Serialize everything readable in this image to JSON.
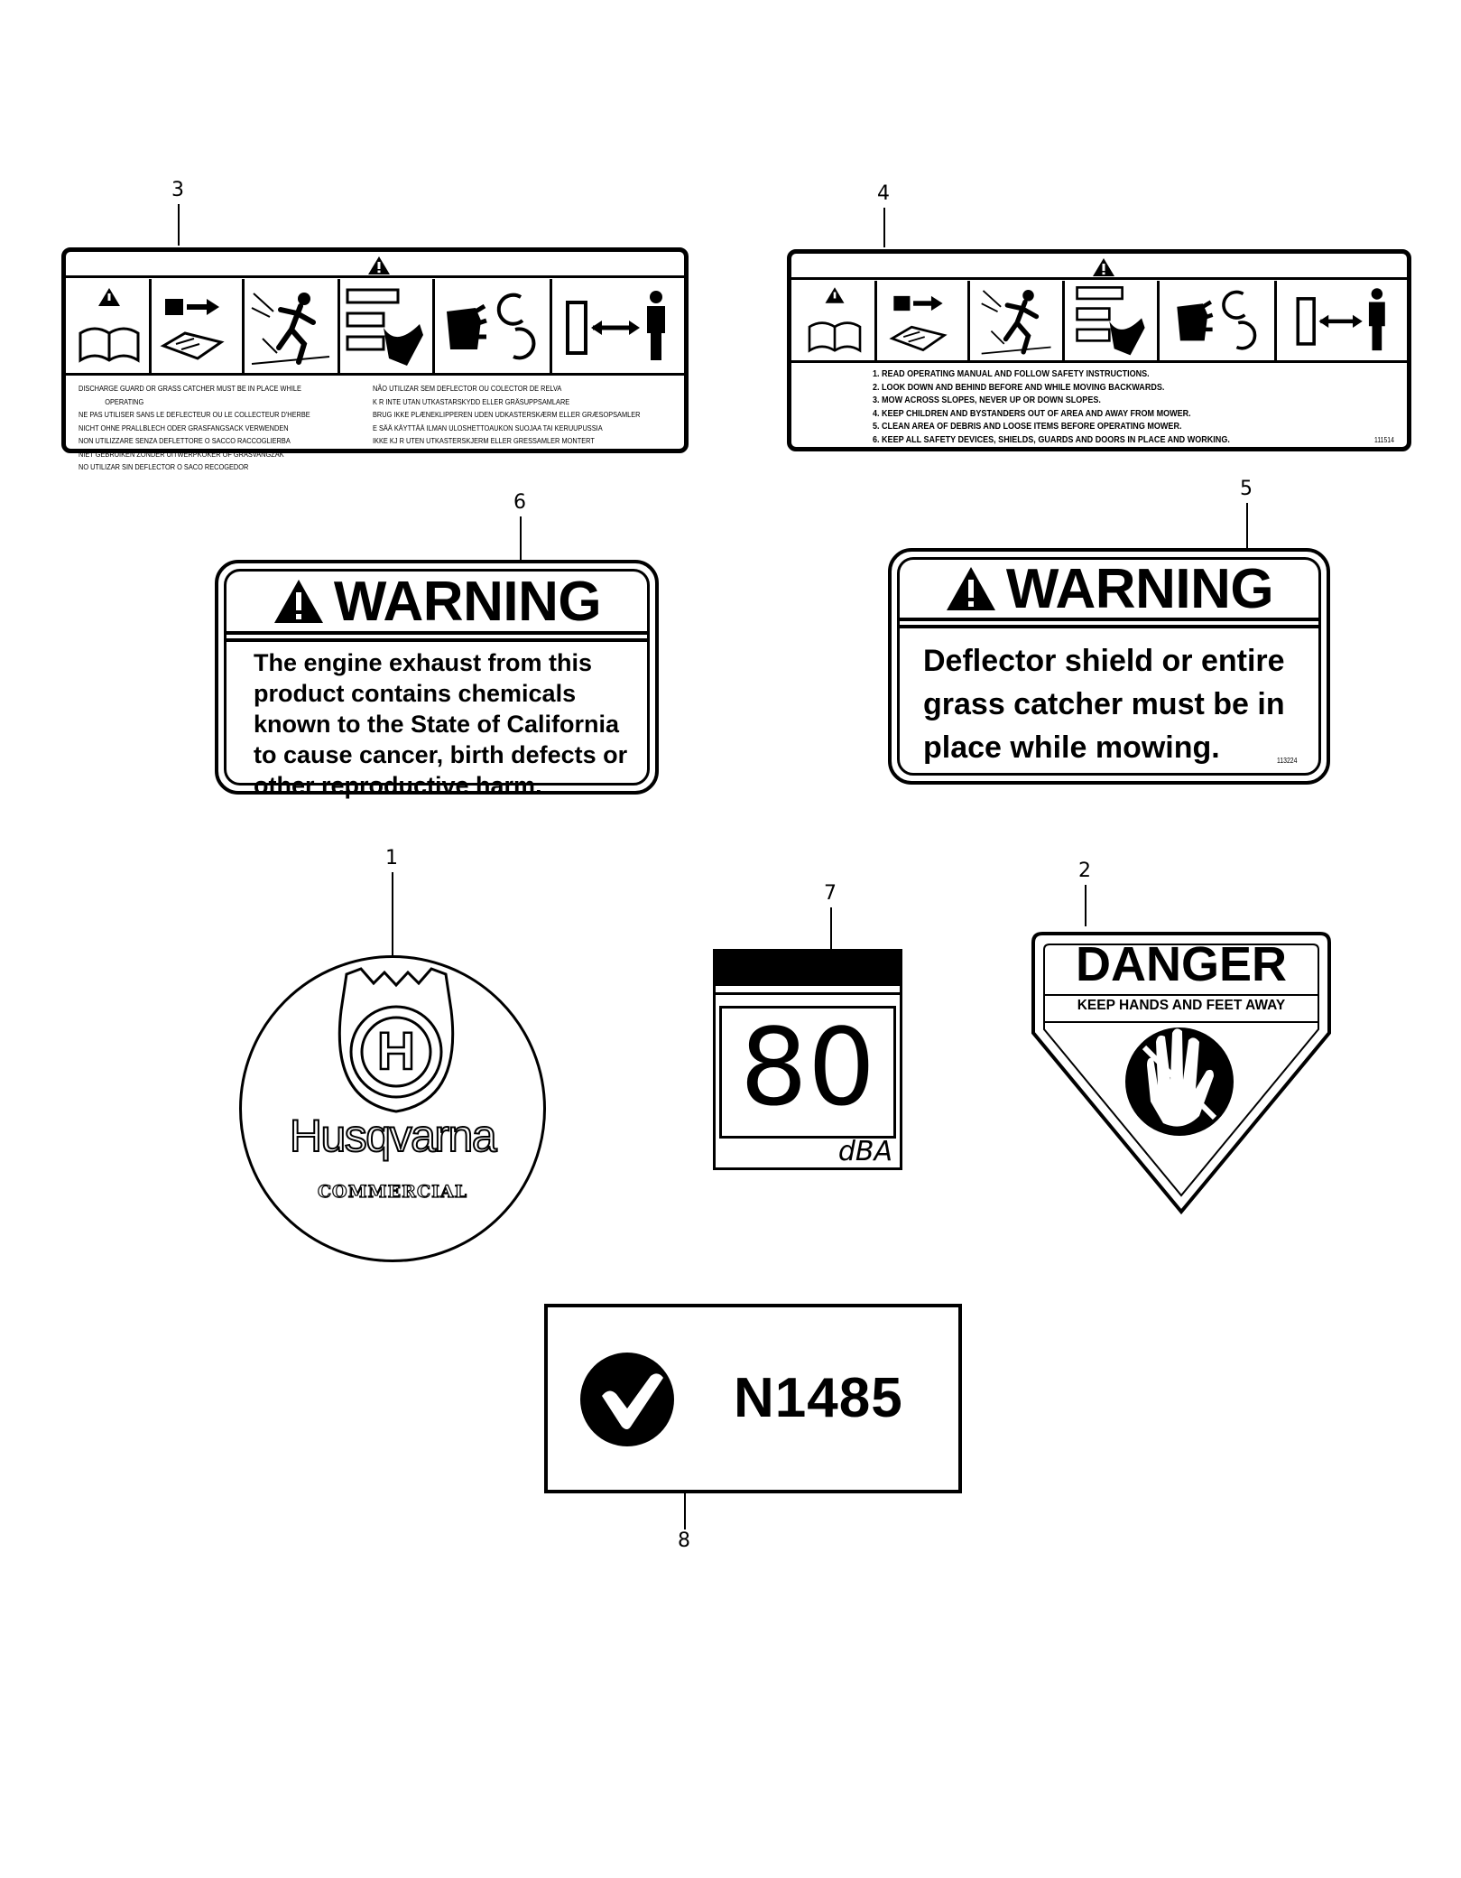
{
  "callouts": {
    "c1": "1",
    "c2": "2",
    "c3": "3",
    "c4": "4",
    "c5": "5",
    "c6": "6",
    "c7": "7",
    "c8": "8"
  },
  "decal3": {
    "left_lines": [
      "DISCHARGE GUARD OR GRASS CATCHER MUST BE IN PLACE WHILE",
      "OPERATING",
      "NE PAS UTILISER SANS LE DEFLECTEUR OU LE COLLECTEUR D'HERBE",
      "NICHT OHNE PRALLBLECH ODER GRASFANGSACK VERWENDEN",
      "NON UTILIZZARE SENZA DEFLETTORE O SACCO RACCOGLIERBA",
      "NIET GEBRUIKEN ZONDER UITWERPKOKER OF GRASVANGZAK",
      "NO UTILIZAR SIN DEFLECTOR O SACO RECOGEDOR"
    ],
    "right_lines": [
      "NÃO UTILIZAR SEM DEFLECTOR OU COLECTOR DE RELVA",
      "K R INTE UTAN UTKASTARSKYDD ELLER GRÄSUPPSAMLARE",
      "BRUG IKKE PLÆNEKLIPPEREN UDEN UDKASTERSKÆRM ELLER GRÆSOPSAMLER",
      "E SÄÄ KÄYTTÄÄ ILMAN ULOSHETTOAUKON SUOJAA TAI KERUUPUSSIA",
      "IKKE KJ R UTEN UTKASTERSKJERM ELLER GRESSAMLER MONTERT"
    ]
  },
  "decal4": {
    "lines": [
      "1. READ OPERATING MANUAL AND FOLLOW SAFETY INSTRUCTIONS.",
      "2. LOOK DOWN AND BEHIND BEFORE AND WHILE MOVING BACKWARDS.",
      "3. MOW ACROSS SLOPES, NEVER UP OR DOWN SLOPES.",
      "4. KEEP CHILDREN AND BYSTANDERS OUT OF AREA AND AWAY FROM MOWER.",
      "5. CLEAN AREA OF DEBRIS AND LOOSE ITEMS BEFORE OPERATING MOWER.",
      "6. KEEP ALL SAFETY DEVICES, SHIELDS, GUARDS AND DOORS IN PLACE AND WORKING."
    ],
    "part_no": "111514"
  },
  "decal6": {
    "heading": "WARNING",
    "body": "The engine exhaust from this\nproduct contains chemicals\nknown to the State of California\nto cause cancer, birth defects or\nother reproductive harm."
  },
  "decal5": {
    "heading": "WARNING",
    "body": "Deflector shield or entire\ngrass catcher must be in\nplace while mowing.",
    "part_no": "113224"
  },
  "decal1": {
    "brand": "Husqvarna",
    "sub": "COMMERCIAL",
    "emblem_letter": "H"
  },
  "decal7": {
    "value": "80",
    "unit": "dBA"
  },
  "decal2": {
    "heading": "DANGER",
    "sub": "KEEP HANDS AND FEET AWAY"
  },
  "decal8": {
    "code": "N1485"
  },
  "icons": [
    "warning-triangle-icon",
    "operator-manual-icon",
    "reverse-lookback-icon",
    "slope-icon",
    "thrown-object-icon",
    "blade-hand-icon",
    "rotating-blade-icon",
    "bystander-distance-icon",
    "husqvarna-crown-icon",
    "hand-prohibited-icon",
    "rcm-check-icon"
  ]
}
